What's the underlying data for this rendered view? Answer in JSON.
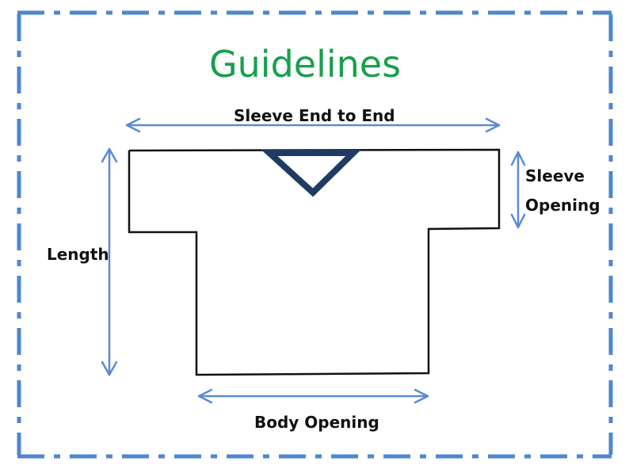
{
  "title": "Guidelines",
  "labels": {
    "sleeve_end_to_end": "Sleeve End to End",
    "sleeve_opening_line1": "Sleeve",
    "sleeve_opening_line2": "Opening",
    "length": "Length",
    "body_opening": "Body Opening"
  },
  "colors": {
    "title": "#17a04a",
    "arrow": "#5b8ad4",
    "border": "#4f86cf",
    "outline": "#111111",
    "collar": "#1f3b63"
  }
}
